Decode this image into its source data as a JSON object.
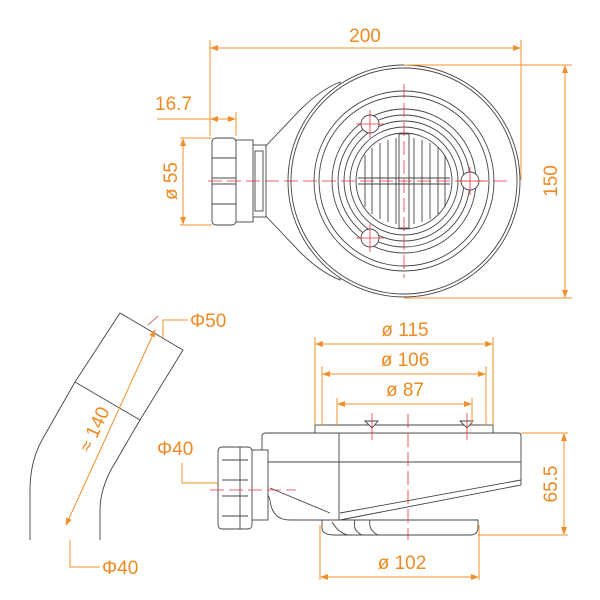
{
  "accent_color": "#ee8a22",
  "top_view": {
    "overall_length": "200",
    "overall_width": "150",
    "outlet_offset": "16.7",
    "outlet_diameter": "ø 55"
  },
  "elbow": {
    "top_diameter": "Φ50",
    "length": "≈ 140",
    "bottom_diameter": "Φ40"
  },
  "side_view": {
    "diameter_115": "ø 115",
    "diameter_106": "ø 106",
    "diameter_87": "ø 87",
    "outlet_diameter": "Φ40",
    "height": "65.5",
    "bottom_diameter": "ø 102"
  }
}
